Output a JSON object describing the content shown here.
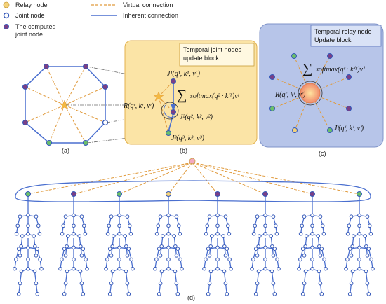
{
  "legend": {
    "relay": "Relay node",
    "joint": "Joint node",
    "computed_line1": "The computed",
    "computed_line2": "joint node",
    "virtual": "Virtual connection",
    "inherent": "Inherent connection"
  },
  "panel_b": {
    "title_line1": "Temporal joint nodes",
    "title_line2": "update block",
    "j1": "J¹(q¹, k¹, v¹)",
    "j2": "J²(q², k², v²)",
    "j3": "J³(q³, k³, v³)",
    "r": "R(qʳ, kʳ, vʳ)",
    "sum": "∑",
    "softmax": "softmax(q² · kʲᵀ)vʲ"
  },
  "panel_c": {
    "title_line1": "Temporal relay node",
    "title_line2": "Update block",
    "sum": "∑",
    "softmax": "softmax(qʳ · kⁱᵀ)vⁱ",
    "r": "R(qʳ, kʳ, vʳ)",
    "ji": "Jⁱ(qⁱ, kⁱ, vⁱ)"
  },
  "subfigure_labels": {
    "a": "(a)",
    "b": "(b)",
    "c": "(c)",
    "d": "(d)"
  },
  "colors": {
    "blue_line": "#4a6fcf",
    "virtual_line": "#e09a3c",
    "panel_b_fill": "#fbe4a6",
    "panel_c_fill": "#b7c5e9",
    "node_green": "#6bbf6a",
    "node_purple": "#7a3f86",
    "node_yellow": "#f4d27a"
  }
}
